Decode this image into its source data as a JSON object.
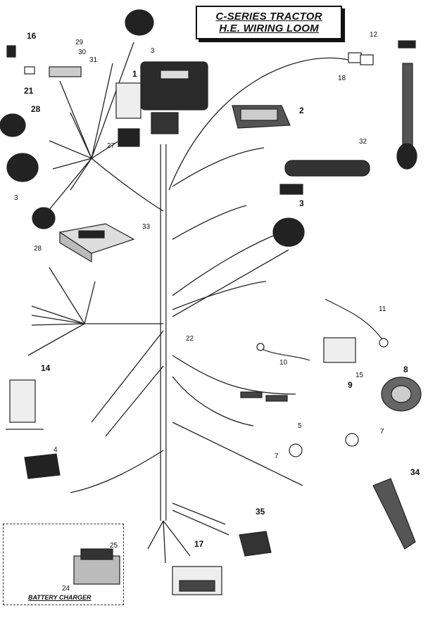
{
  "title": {
    "line1": "C-SERIES TRACTOR",
    "line2": "H.E. WIRING LOOM"
  },
  "battery_charger_label": "BATTERY CHARGER",
  "callouts": [
    "1",
    "2",
    "3",
    "3",
    "3",
    "4",
    "5",
    "7",
    "7",
    "8",
    "9",
    "10",
    "11",
    "12",
    "14",
    "15",
    "16",
    "17",
    "18",
    "21",
    "22",
    "24",
    "25",
    "27",
    "28",
    "28",
    "29",
    "30",
    "31",
    "32",
    "33",
    "34",
    "35"
  ]
}
